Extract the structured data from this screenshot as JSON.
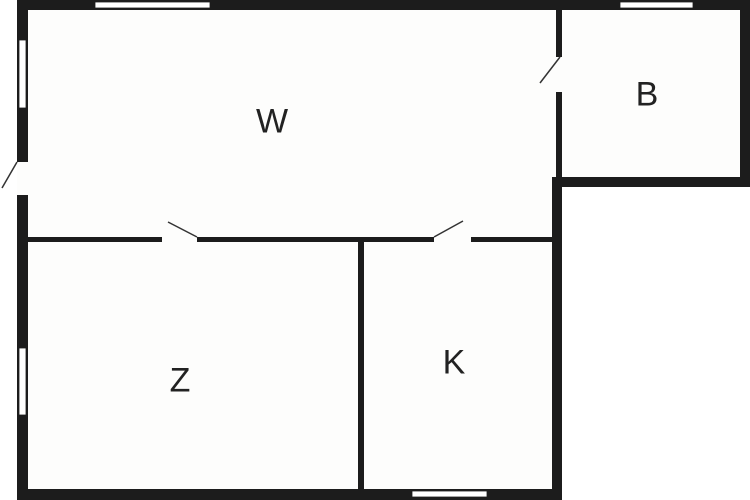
{
  "rooms": {
    "w": {
      "label": "W"
    },
    "b": {
      "label": "B"
    },
    "z": {
      "label": "Z"
    },
    "k": {
      "label": "K"
    }
  },
  "colors": {
    "wall": "#1c1c1c",
    "floor": "#fdfdfc",
    "background": "#ffffff"
  }
}
